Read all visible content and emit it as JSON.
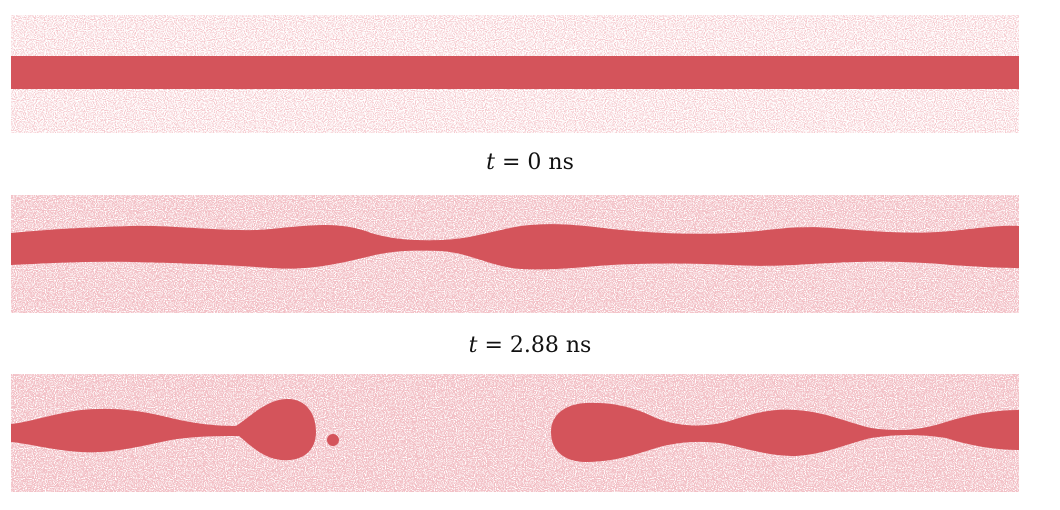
{
  "panels": [
    {
      "caption_var": "t",
      "caption_rest": " = 0 ns"
    },
    {
      "caption_var": "t",
      "caption_rest": " = 2.88 ns"
    },
    {
      "caption_var": "",
      "caption_rest": ""
    }
  ],
  "colors": {
    "liquid": "#d4545b",
    "vapor_speckle": "#e79aa0",
    "background": "#ffffff"
  }
}
